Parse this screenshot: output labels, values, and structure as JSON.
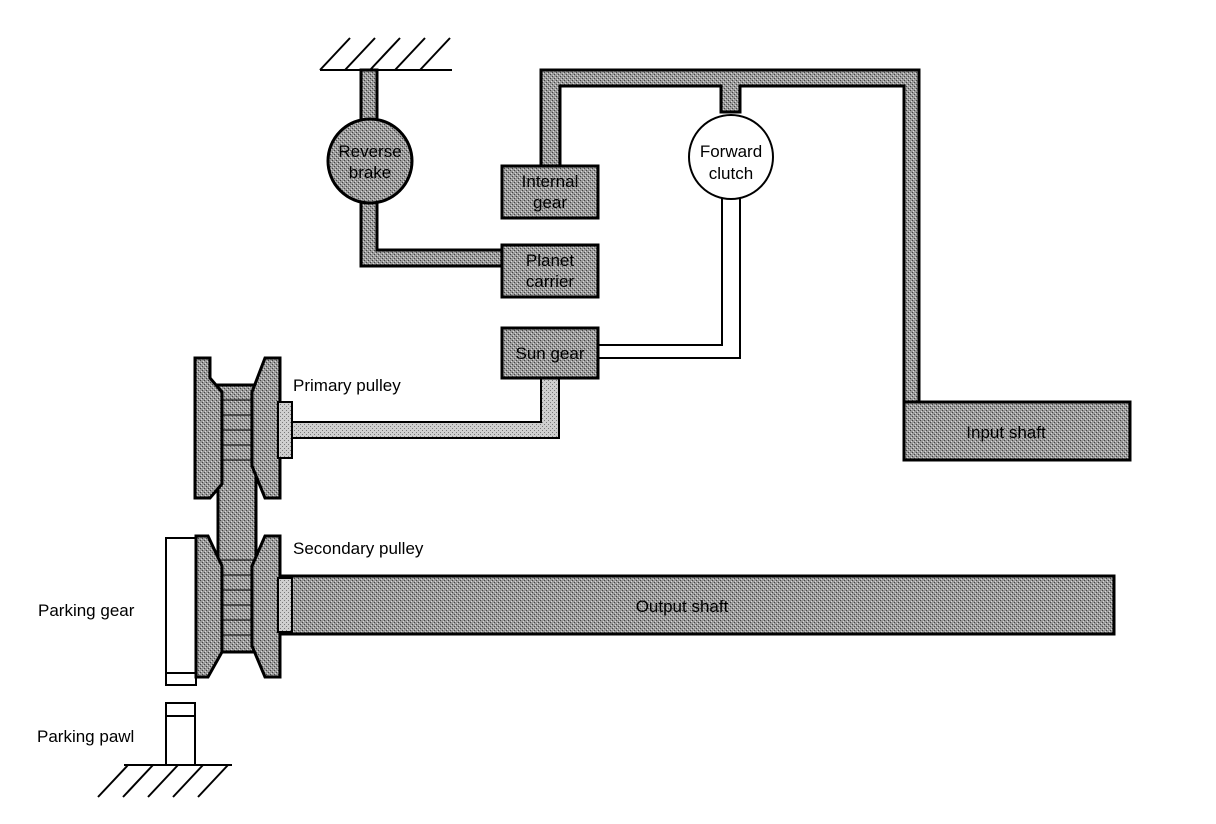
{
  "labels": {
    "reverse_brake": [
      "Reverse",
      "brake"
    ],
    "internal_gear": [
      "Internal",
      "gear"
    ],
    "planet_carrier": [
      "Planet",
      "carrier"
    ],
    "sun_gear": "Sun gear",
    "forward_clutch": [
      "Forward",
      "clutch"
    ],
    "input_shaft": "Input shaft",
    "primary_pulley": "Primary pulley",
    "secondary_pulley": "Secondary pulley",
    "output_shaft": "Output shaft",
    "parking_gear": "Parking gear",
    "parking_pawl": "Parking pawl"
  },
  "colors": {
    "line": "#000000",
    "hatch_dark": "#8f8f8f",
    "hatch_light": "#c8c8c8",
    "background": "#ffffff"
  }
}
